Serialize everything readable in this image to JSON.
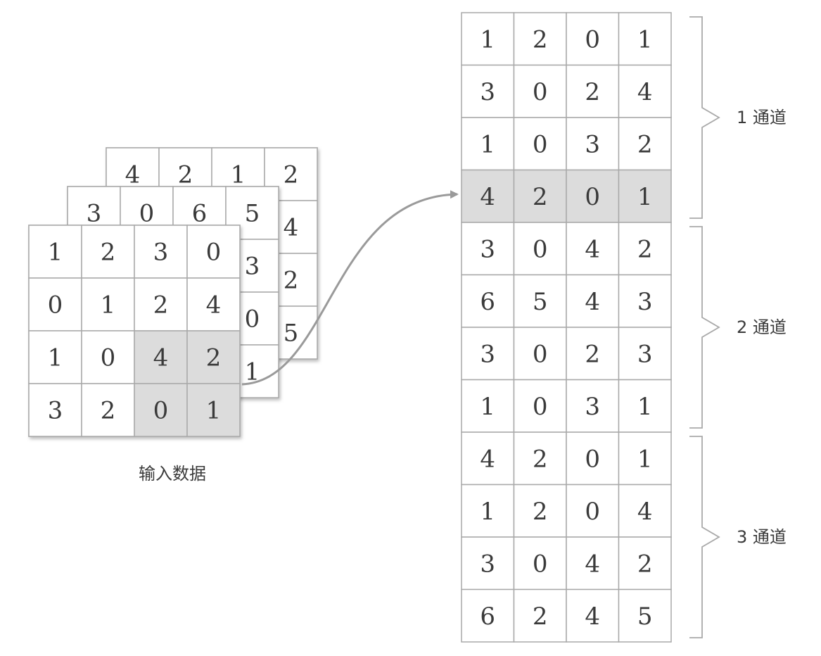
{
  "input_label": "输入数据",
  "input_back": [
    [
      4,
      2,
      1,
      2
    ],
    [
      null,
      null,
      null,
      4
    ],
    [
      null,
      null,
      null,
      2
    ],
    [
      null,
      null,
      null,
      5
    ]
  ],
  "input_mid": [
    [
      3,
      0,
      6,
      5
    ],
    [
      null,
      null,
      null,
      3
    ],
    [
      null,
      null,
      null,
      0
    ],
    [
      null,
      null,
      null,
      1
    ]
  ],
  "input_front": [
    [
      1,
      2,
      3,
      0
    ],
    [
      0,
      1,
      2,
      4
    ],
    [
      1,
      0,
      4,
      2
    ],
    [
      3,
      2,
      0,
      1
    ]
  ],
  "front_highlight": [
    [
      2,
      2
    ],
    [
      2,
      3
    ],
    [
      3,
      2
    ],
    [
      3,
      3
    ]
  ],
  "output_rows": [
    [
      1,
      2,
      0,
      1
    ],
    [
      3,
      0,
      2,
      4
    ],
    [
      1,
      0,
      3,
      2
    ],
    [
      4,
      2,
      0,
      1
    ],
    [
      3,
      0,
      4,
      2
    ],
    [
      6,
      5,
      4,
      3
    ],
    [
      3,
      0,
      2,
      3
    ],
    [
      1,
      0,
      3,
      1
    ],
    [
      4,
      2,
      0,
      1
    ],
    [
      1,
      2,
      0,
      4
    ],
    [
      3,
      0,
      4,
      2
    ],
    [
      6,
      2,
      4,
      5
    ]
  ],
  "output_highlight_row": 3,
  "channels": [
    {
      "label": "1 通道",
      "rows": [
        0,
        3
      ]
    },
    {
      "label": "2 通道",
      "rows": [
        4,
        7
      ]
    },
    {
      "label": "3 通道",
      "rows": [
        8,
        11
      ]
    }
  ],
  "colors": {
    "grid": "#a9a9a9",
    "highlight": "#dcdcdc",
    "arrow": "#9a9a9a",
    "text": "#3a3a3a"
  }
}
